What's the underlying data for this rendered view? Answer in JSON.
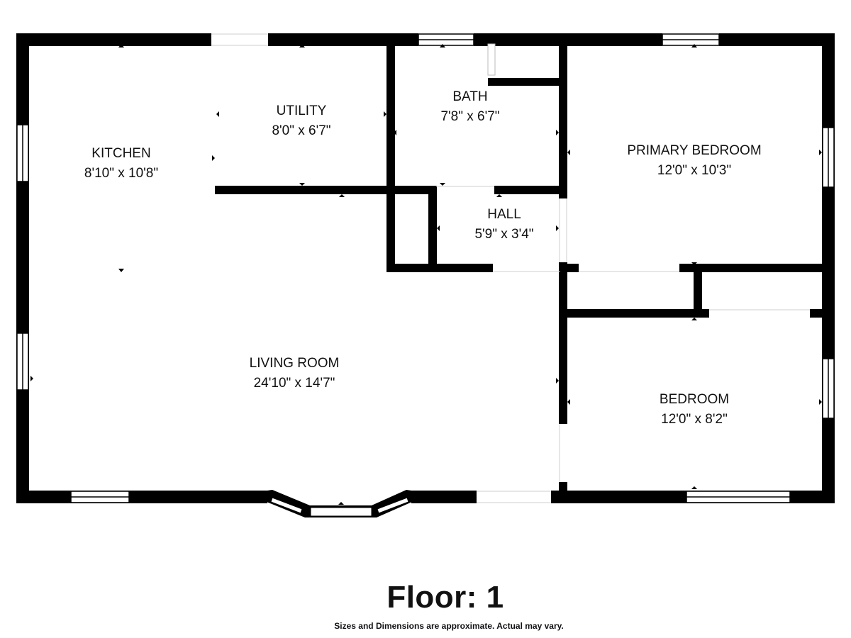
{
  "floor": {
    "title": "Floor: 1",
    "note": "Sizes and Dimensions are approximate. Actual may vary."
  },
  "rooms": {
    "kitchen": {
      "name": "KITCHEN",
      "dims": "8'10\" x 10'8\""
    },
    "utility": {
      "name": "UTILITY",
      "dims": "8'0\" x 6'7\""
    },
    "bath": {
      "name": "BATH",
      "dims": "7'8\" x 6'7\""
    },
    "primary_bedroom": {
      "name": "PRIMARY BEDROOM",
      "dims": "12'0\" x 10'3\""
    },
    "hall": {
      "name": "HALL",
      "dims": "5'9\" x 3'4\""
    },
    "living_room": {
      "name": "LIVING ROOM",
      "dims": "24'10\" x 14'7\""
    },
    "bedroom": {
      "name": "BEDROOM",
      "dims": "12'0\" x 8'2\""
    }
  },
  "colors": {
    "wall": "#000000",
    "window": "#ffffff",
    "text": "#111111"
  }
}
